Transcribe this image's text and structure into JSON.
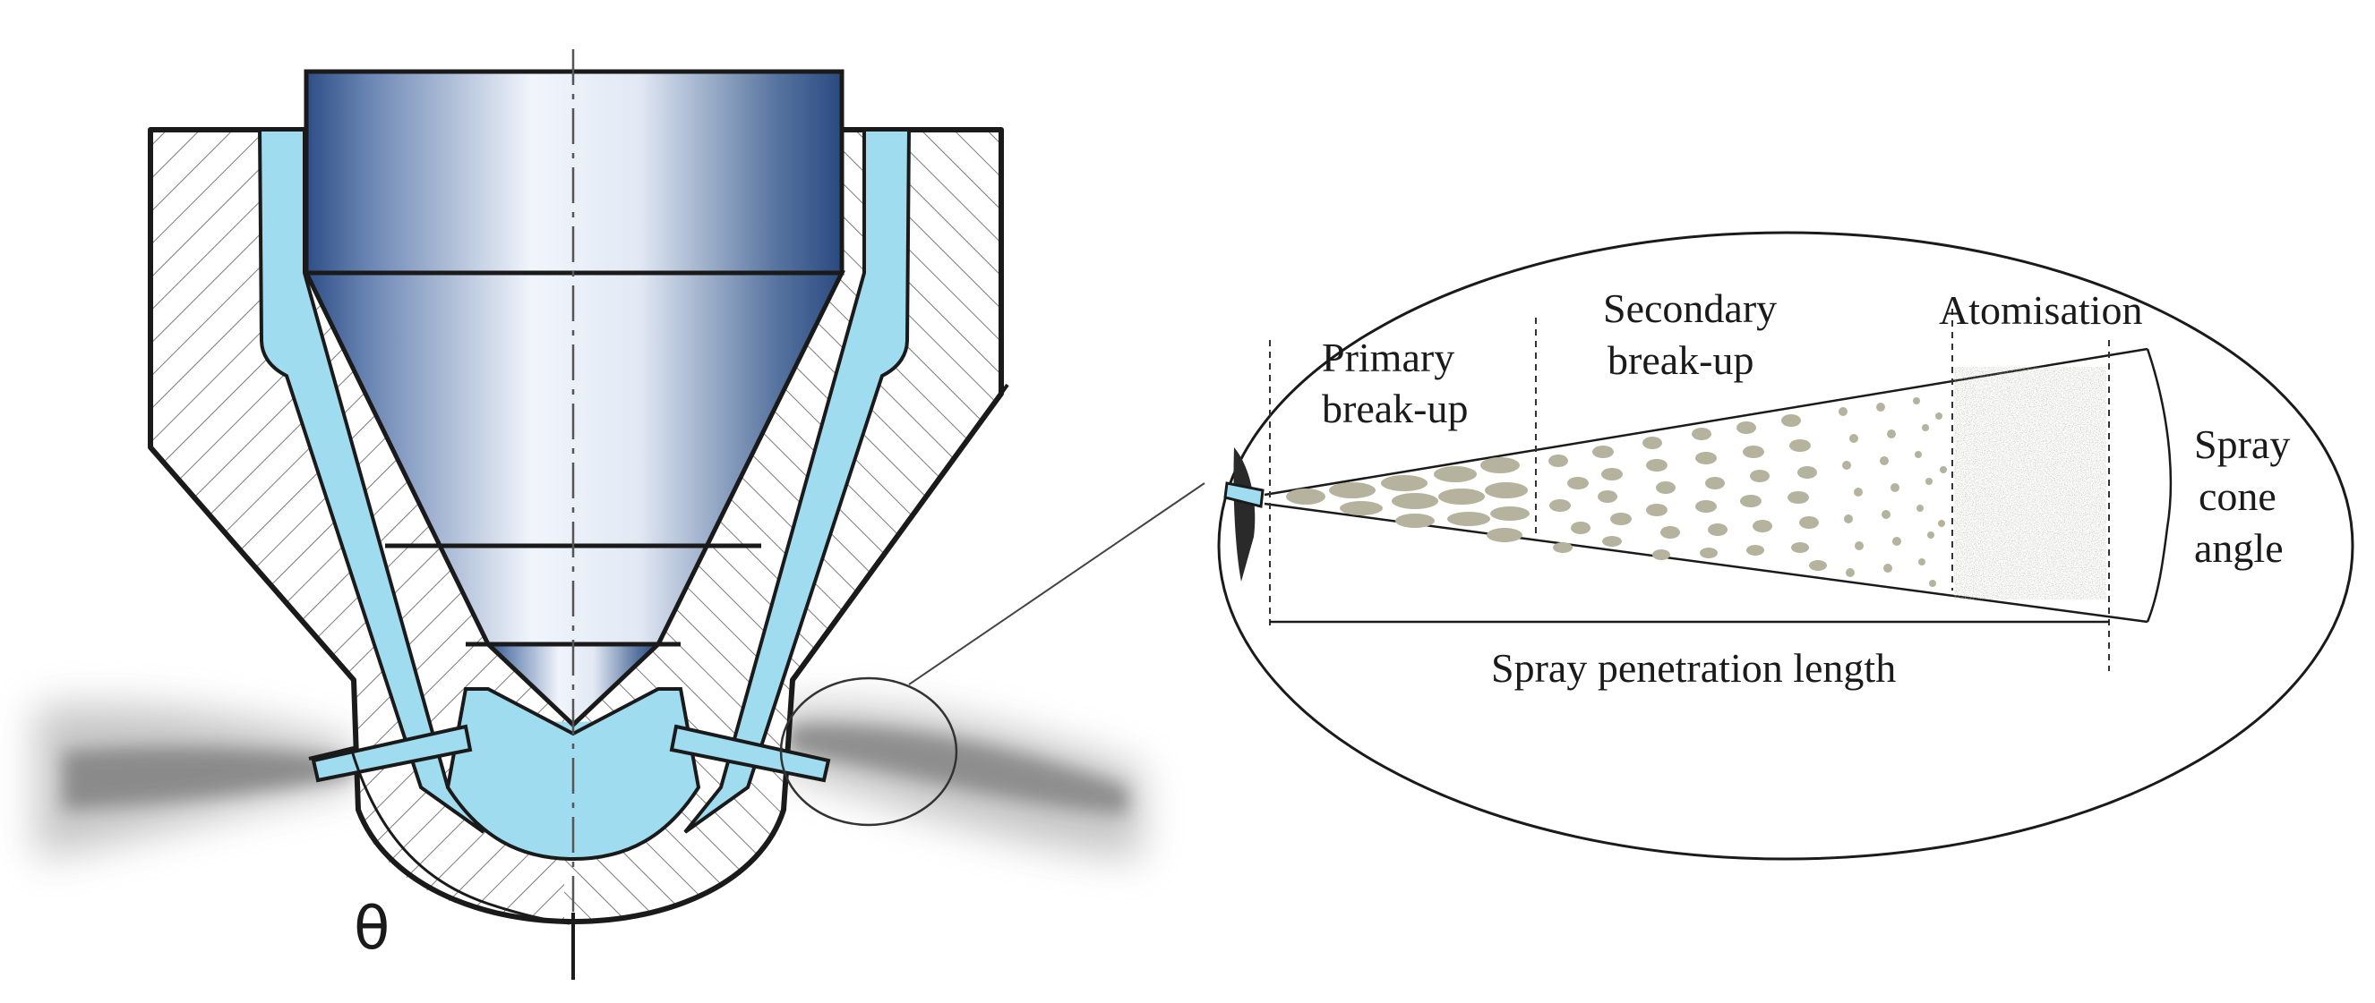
{
  "figure": {
    "theta_label": "θ",
    "labels": {
      "primary_line1": "Primary",
      "primary_line2": "break-up",
      "secondary_line1": "Secondary",
      "secondary_line2": "break-up",
      "atomisation": "Atomisation",
      "cone_line1": "Spray",
      "cone_line2": "cone",
      "cone_line3": "angle",
      "penetration": "Spray penetration length"
    },
    "colors": {
      "fuel": "#9fdcef",
      "needle_dark": "#2d4e86",
      "needle_light": "#f1f5fb",
      "outline": "#1a1a1a",
      "droplet": "#b5b39d",
      "spray_mist": "#8a8a8a"
    }
  }
}
